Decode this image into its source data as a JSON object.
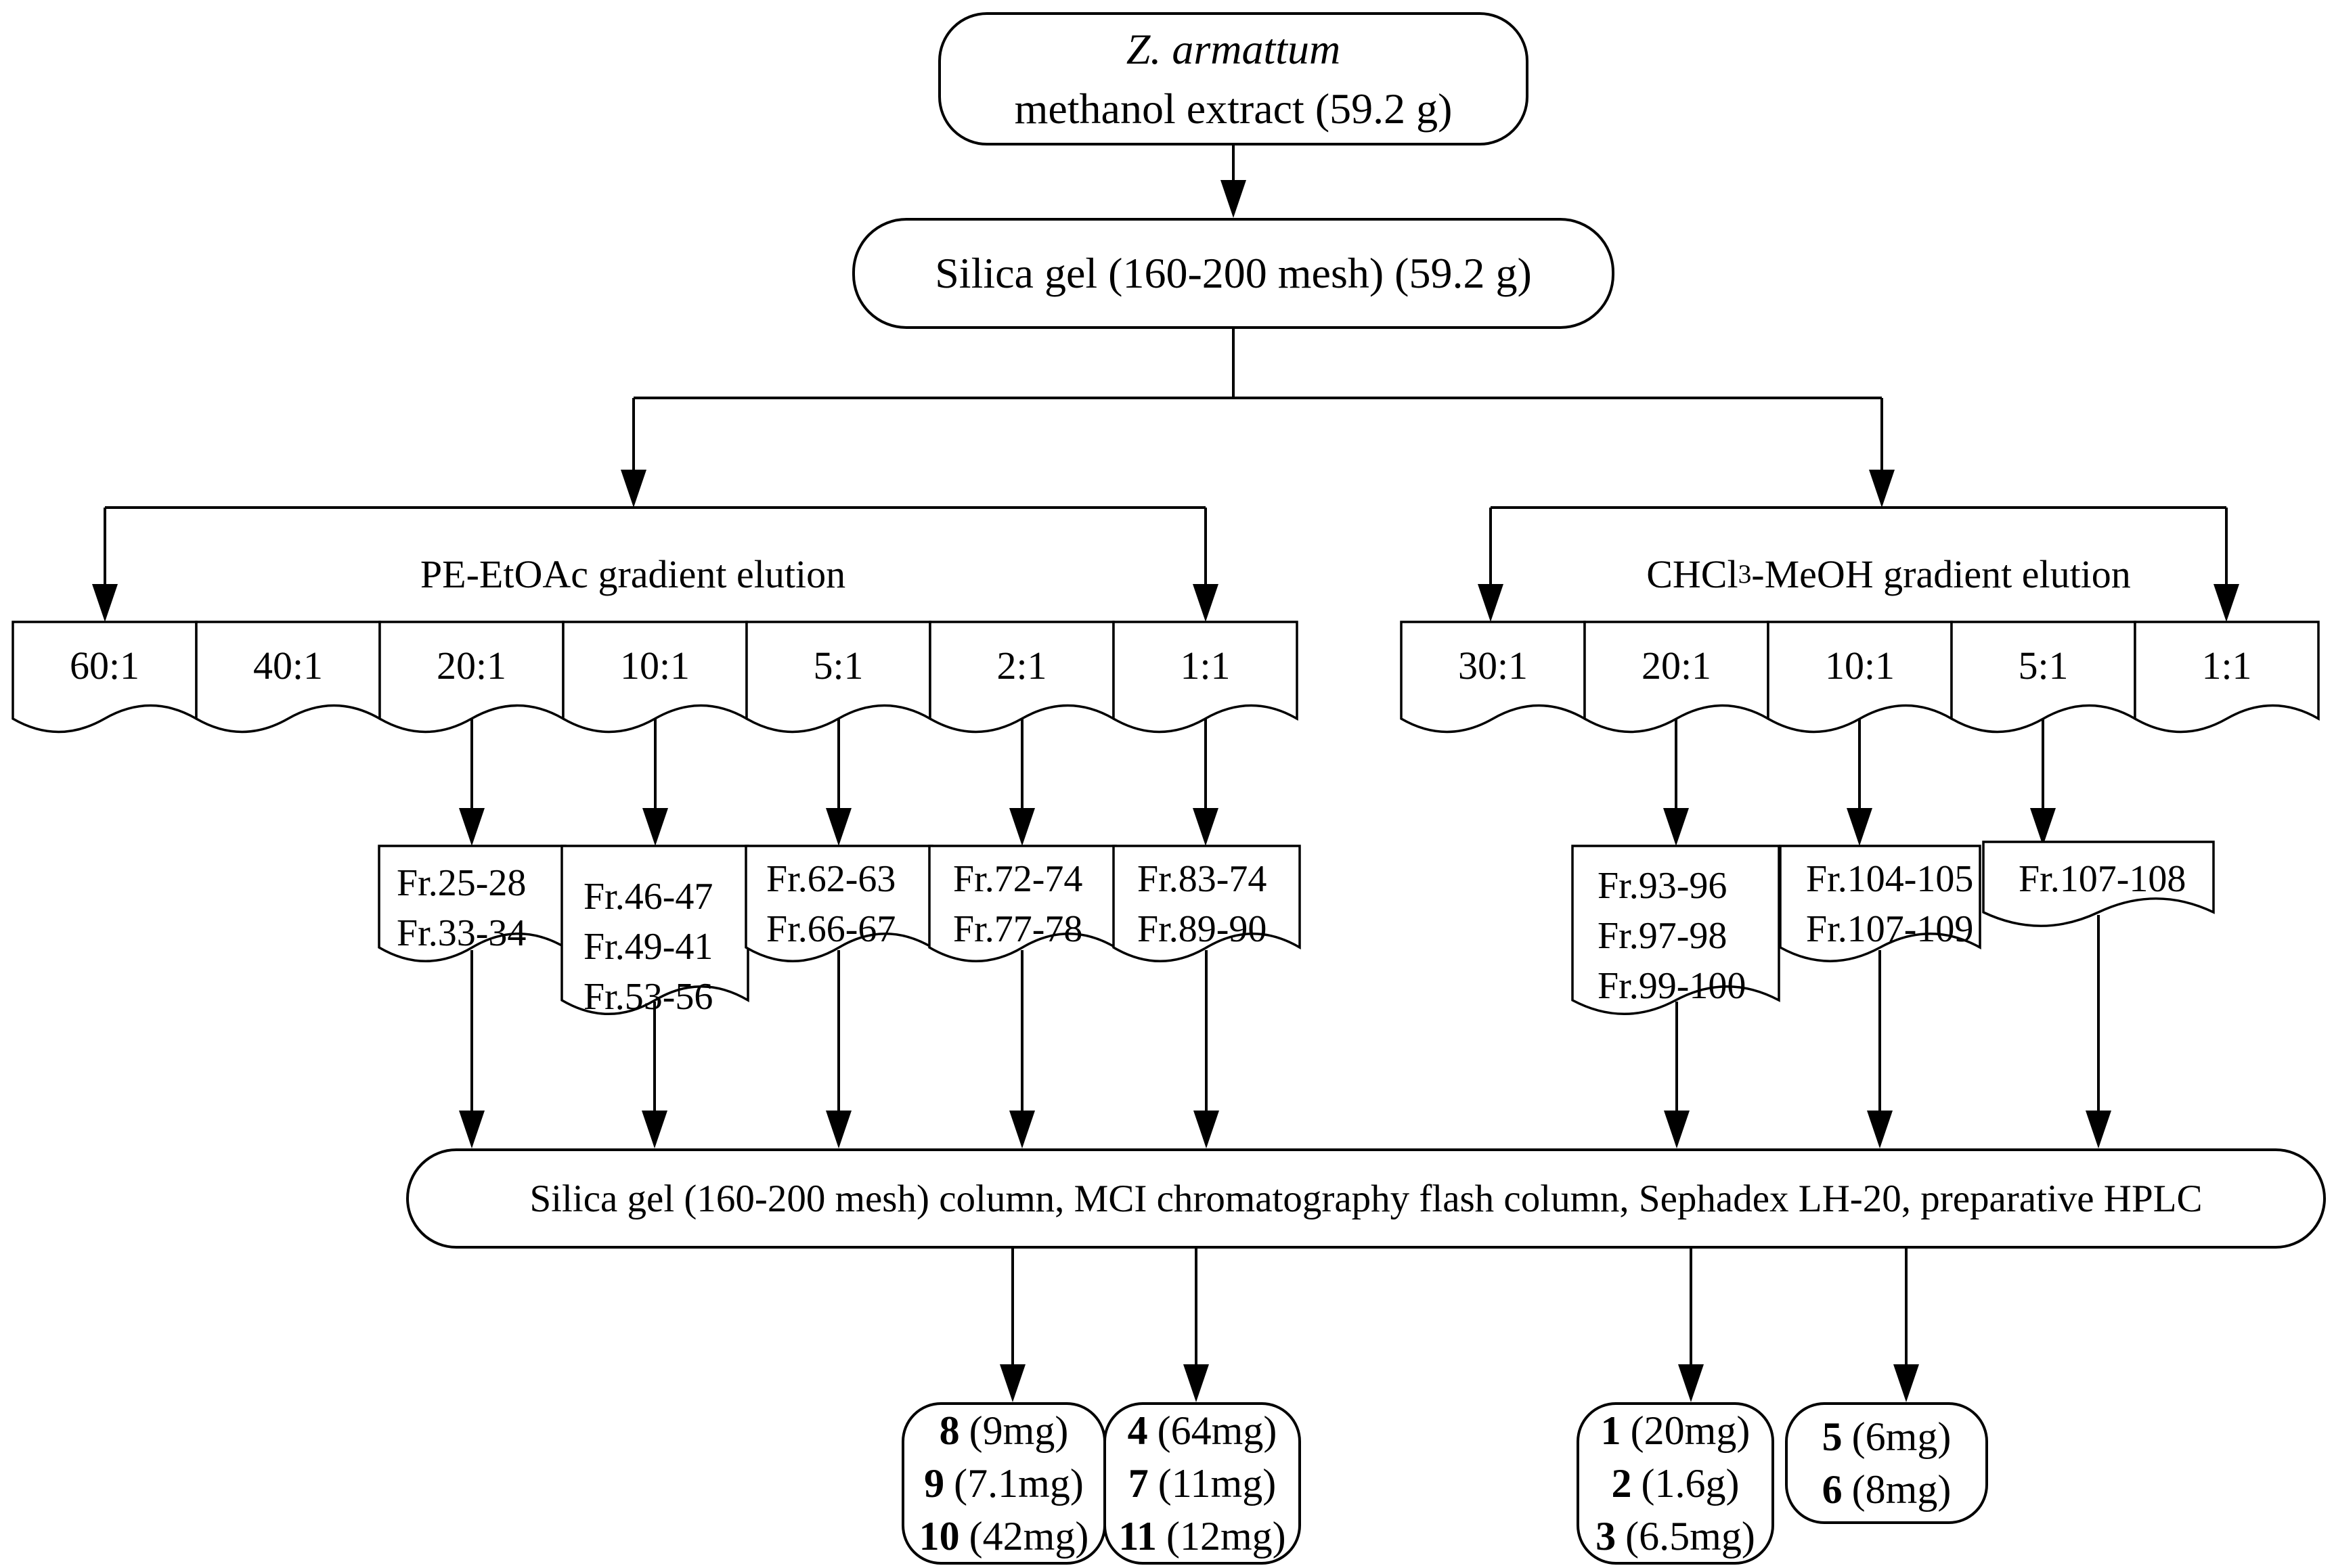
{
  "top_box": {
    "line1": "Z. armattum",
    "line2": "methanol extract (59.2 g)"
  },
  "silica_box": {
    "label": "Silica gel (160-200 mesh) (59.2 g)"
  },
  "left_branch": {
    "label": "PE-EtOAc gradient elution",
    "ratios": [
      "60:1",
      "40:1",
      "20:1",
      "10:1",
      "5:1",
      "2:1",
      "1:1"
    ]
  },
  "right_branch": {
    "label_base": "CHCl",
    "label_sub": "3",
    "label_rest": "-MeOH gradient elution",
    "ratios": [
      "30:1",
      "20:1",
      "10:1",
      "5:1",
      "1:1"
    ]
  },
  "fractions": {
    "a": {
      "l1": "Fr.25-28",
      "l2": "Fr.33-34"
    },
    "b": {
      "l1": "Fr.46-47",
      "l2": "Fr.49-41",
      "l3": "Fr.53-56"
    },
    "c": {
      "l1": "Fr.62-63",
      "l2": "Fr.66-67"
    },
    "d": {
      "l1": "Fr.72-74",
      "l2": "Fr.77-78"
    },
    "e": {
      "l1": "Fr.83-74",
      "l2": "Fr.89-90"
    },
    "f": {
      "l1": "Fr.93-96",
      "l2": "Fr.97-98",
      "l3": "Fr.99-100"
    },
    "g": {
      "l1": "Fr.104-105",
      "l2": "Fr.107-109"
    },
    "h": {
      "l1": "Fr.107-108"
    }
  },
  "process_box": {
    "label": "Silica gel (160-200 mesh) column, MCI chromatography flash column, Sephadex LH-20, preparative HPLC"
  },
  "compounds": {
    "p": [
      {
        "num": "8",
        "amt": "(9mg)"
      },
      {
        "num": "9",
        "amt": "(7.1mg)"
      },
      {
        "num": "10",
        "amt": "(42mg)"
      }
    ],
    "q": [
      {
        "num": "4",
        "amt": "(64mg)"
      },
      {
        "num": "7",
        "amt": "(11mg)"
      },
      {
        "num": "11",
        "amt": "(12mg)"
      }
    ],
    "r": [
      {
        "num": "1",
        "amt": "(20mg)"
      },
      {
        "num": "2",
        "amt": "(1.6g)"
      },
      {
        "num": "3",
        "amt": "(6.5mg)"
      }
    ],
    "s": [
      {
        "num": "5",
        "amt": "(6mg)"
      },
      {
        "num": "6",
        "amt": "(8mg)"
      }
    ]
  }
}
